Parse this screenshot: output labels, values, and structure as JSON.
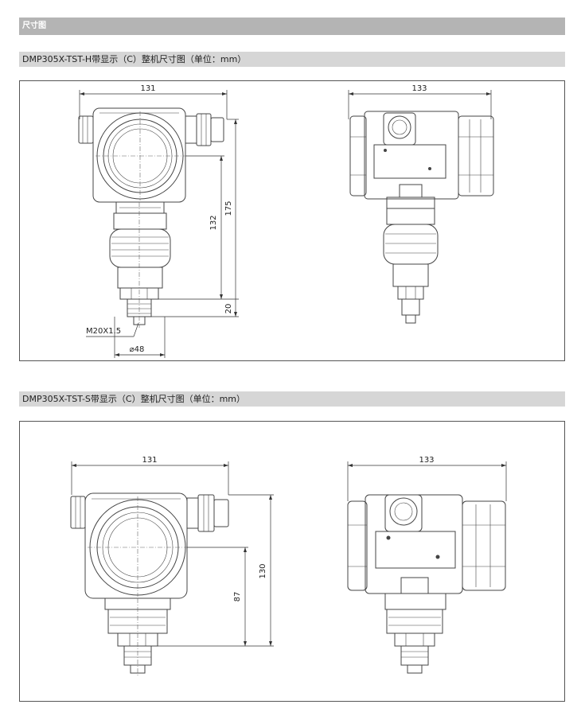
{
  "header": {
    "title": "尺寸图"
  },
  "sections": [
    {
      "title": "DMP305X-TST-H带显示（C）整机尺寸图（单位：mm）",
      "front_view": {
        "width": "131",
        "height_total": "175",
        "height_body": "132",
        "height_fitting": "20",
        "thread": "M20X1.5",
        "diameter": "⌀48"
      },
      "side_view": {
        "width": "133"
      }
    },
    {
      "title": "DMP305X-TST-S带显示（C）整机尺寸图（单位：mm）",
      "front_view": {
        "width": "131",
        "height_total": "130",
        "height_body": "87"
      },
      "side_view": {
        "width": "133"
      }
    }
  ]
}
